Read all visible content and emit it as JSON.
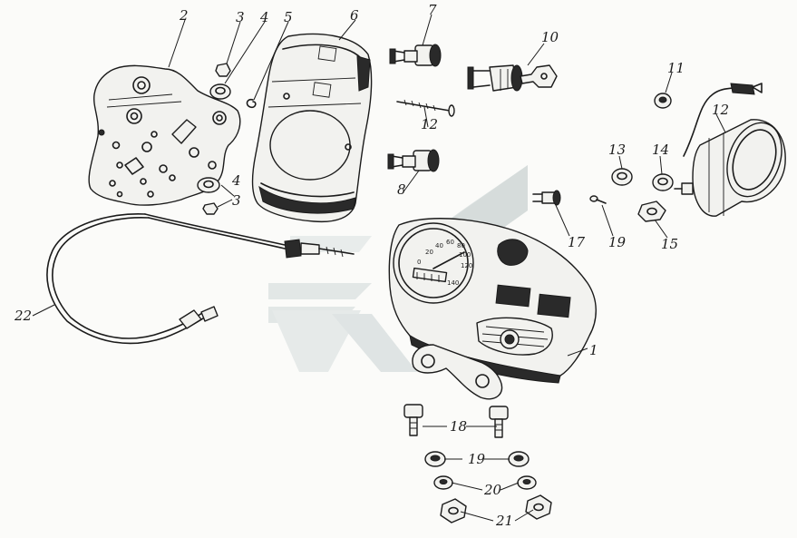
{
  "labels": {
    "l1": "1",
    "l2": "2",
    "l3a": "3",
    "l3b": "3",
    "l4a": "4",
    "l4b": "4",
    "l5": "5",
    "l6": "6",
    "l7": "7",
    "l8": "8",
    "l10": "10",
    "l11": "11",
    "l12a": "12",
    "l12b": "12",
    "l13": "13",
    "l14": "14",
    "l15": "15",
    "l17": "17",
    "l18": "18",
    "l19a": "19",
    "l19b": "19",
    "l20": "20",
    "l21": "21",
    "l22": "22"
  },
  "dial": {
    "t20": "20",
    "t40": "40",
    "t60": "60",
    "t80": "80",
    "t100": "100",
    "t120": "120",
    "t140": "140",
    "t0": "0"
  },
  "colors": {
    "ink": "#1b1b1b",
    "watermark": "#c9d3d3"
  }
}
